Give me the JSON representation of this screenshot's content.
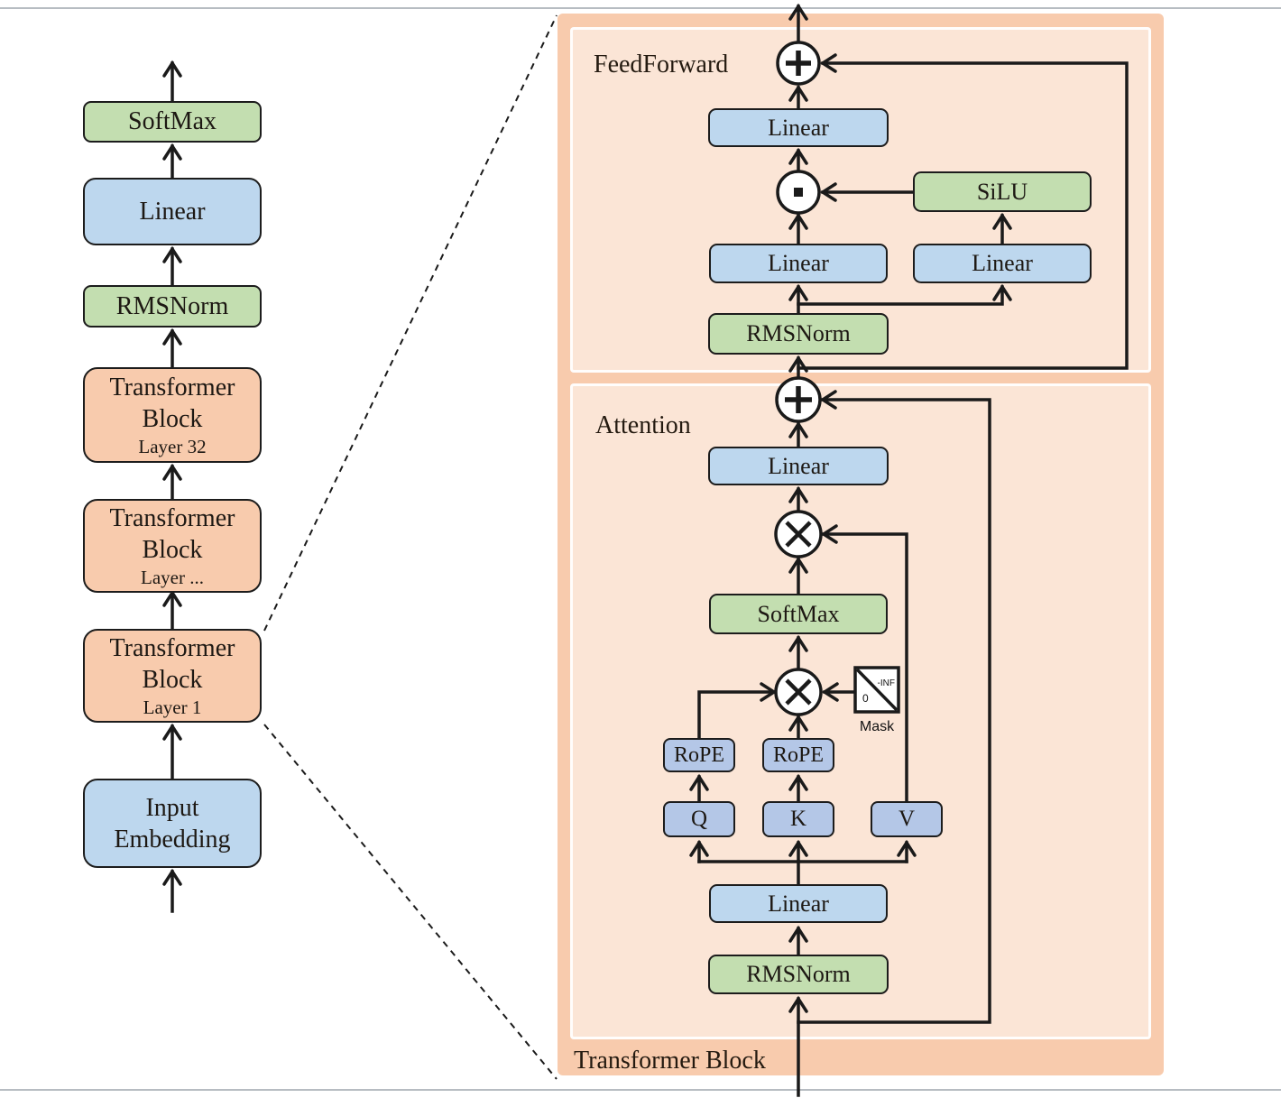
{
  "colors": {
    "green": "#c3deb0",
    "blue": "#bdd7ee",
    "qkvblue": "#b4c7e7",
    "peach": "#f8cbad",
    "panelInner": "#fbe5d6",
    "ink": "#1a1a1a"
  },
  "left_stack": {
    "softmax": "SoftMax",
    "linear": "Linear",
    "rmsnorm": "RMSNorm",
    "block_top": {
      "line1": "Transformer",
      "line2": "Block",
      "layer": "Layer 32"
    },
    "block_mid": {
      "line1": "Transformer",
      "line2": "Block",
      "layer": "Layer ..."
    },
    "block_bottom": {
      "line1": "Transformer",
      "line2": "Block",
      "layer": "Layer 1"
    },
    "input_embedding": {
      "line1": "Input",
      "line2": "Embedding"
    }
  },
  "transformer_block": {
    "panel_label": "Transformer Block",
    "feedforward": {
      "section_label": "FeedForward",
      "linear_out": "Linear",
      "silu": "SiLU",
      "linear_gate": "Linear",
      "linear_up": "Linear",
      "rmsnorm": "RMSNorm"
    },
    "attention": {
      "section_label": "Attention",
      "linear_out": "Linear",
      "softmax": "SoftMax",
      "rope_q": "RoPE",
      "rope_k": "RoPE",
      "q": "Q",
      "k": "K",
      "v": "V",
      "mask": {
        "zero": "0",
        "neg_inf": "-INF",
        "label": "Mask"
      },
      "linear_in": "Linear",
      "rmsnorm": "RMSNorm"
    }
  }
}
